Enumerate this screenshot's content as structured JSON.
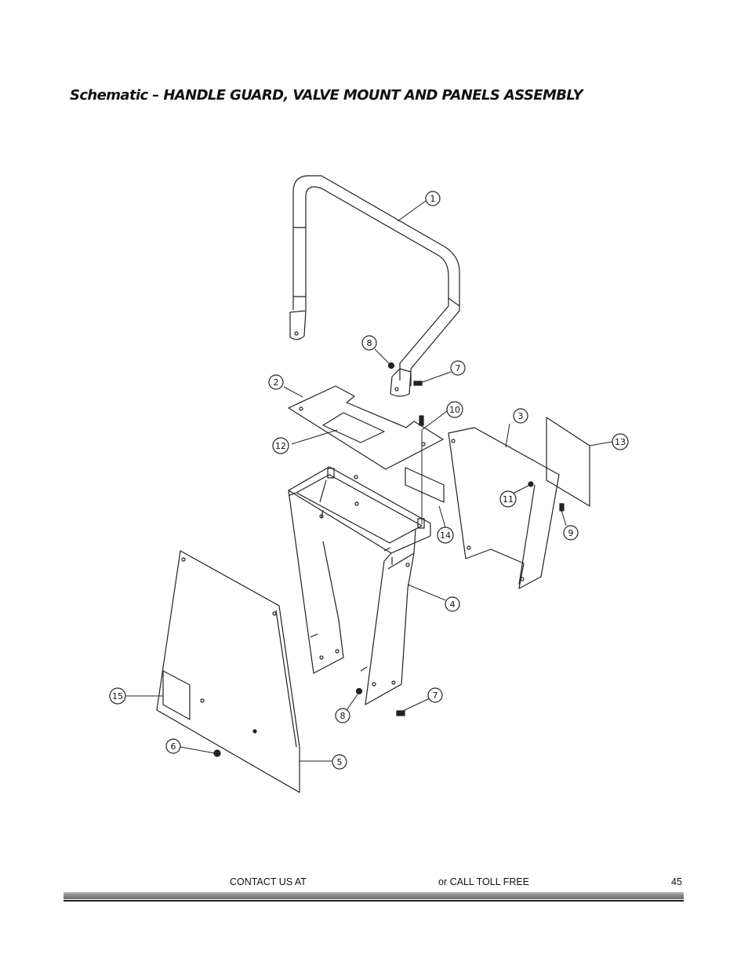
{
  "page": {
    "title": "Schematic – HANDLE GUARD, VALVE MOUNT AND PANELS ASSEMBLY"
  },
  "schematic": {
    "callouts": [
      {
        "id": "c1",
        "label": "1"
      },
      {
        "id": "c8a",
        "label": "8"
      },
      {
        "id": "c7a",
        "label": "7"
      },
      {
        "id": "c2",
        "label": "2"
      },
      {
        "id": "c10",
        "label": "10"
      },
      {
        "id": "c3",
        "label": "3"
      },
      {
        "id": "c13",
        "label": "13"
      },
      {
        "id": "c12",
        "label": "12"
      },
      {
        "id": "c11",
        "label": "11"
      },
      {
        "id": "c14",
        "label": "14"
      },
      {
        "id": "c9",
        "label": "9"
      },
      {
        "id": "c4",
        "label": "4"
      },
      {
        "id": "c15",
        "label": "15"
      },
      {
        "id": "c7b",
        "label": "7"
      },
      {
        "id": "c8b",
        "label": "8"
      },
      {
        "id": "c6",
        "label": "6"
      },
      {
        "id": "c5",
        "label": "5"
      }
    ]
  },
  "footer": {
    "contact": "CONTACT US AT",
    "toll_free": "or CALL TOLL FREE",
    "page_number": "45"
  }
}
